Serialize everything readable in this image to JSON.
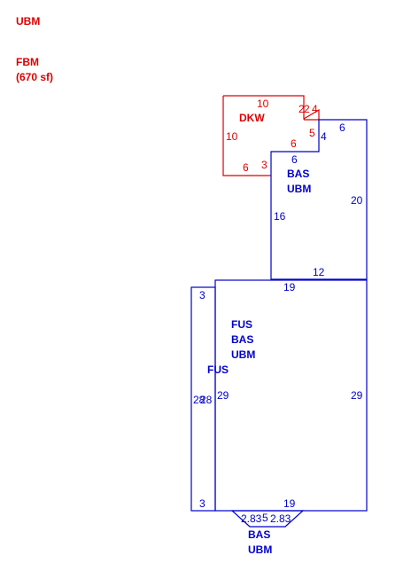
{
  "colors": {
    "red": "#dd0000",
    "blue": "#0000cc"
  },
  "legend": {
    "ubm": "UBM",
    "fbm": "FBM",
    "fbm_area": "(670 sf)"
  },
  "dkw": {
    "label": "DKW",
    "dims": {
      "top": "10",
      "left": "10",
      "bottom": "6",
      "step_h": "6",
      "step_v": "3",
      "notch_a": "2",
      "notch_b": "4",
      "notch_c": "2",
      "right": "5"
    }
  },
  "bas_upper": {
    "labels": [
      "BAS",
      "UBM"
    ],
    "dims": {
      "top": "6",
      "notch": "4",
      "inner": "6",
      "right": "20",
      "left": "16",
      "bottom": "12"
    }
  },
  "fus_main": {
    "labels": [
      "FUS",
      "BAS",
      "UBM"
    ],
    "dims": {
      "top": "19",
      "bottom": "19",
      "left": "29",
      "right": "29"
    }
  },
  "fus_side": {
    "label": "FUS",
    "dims": {
      "top": "3",
      "bottom": "3",
      "left": "28",
      "right": "28"
    }
  },
  "bas_lower": {
    "labels": [
      "BAS",
      "UBM"
    ],
    "dims": {
      "a": "2.83",
      "b": "5",
      "c": "2.83"
    }
  }
}
